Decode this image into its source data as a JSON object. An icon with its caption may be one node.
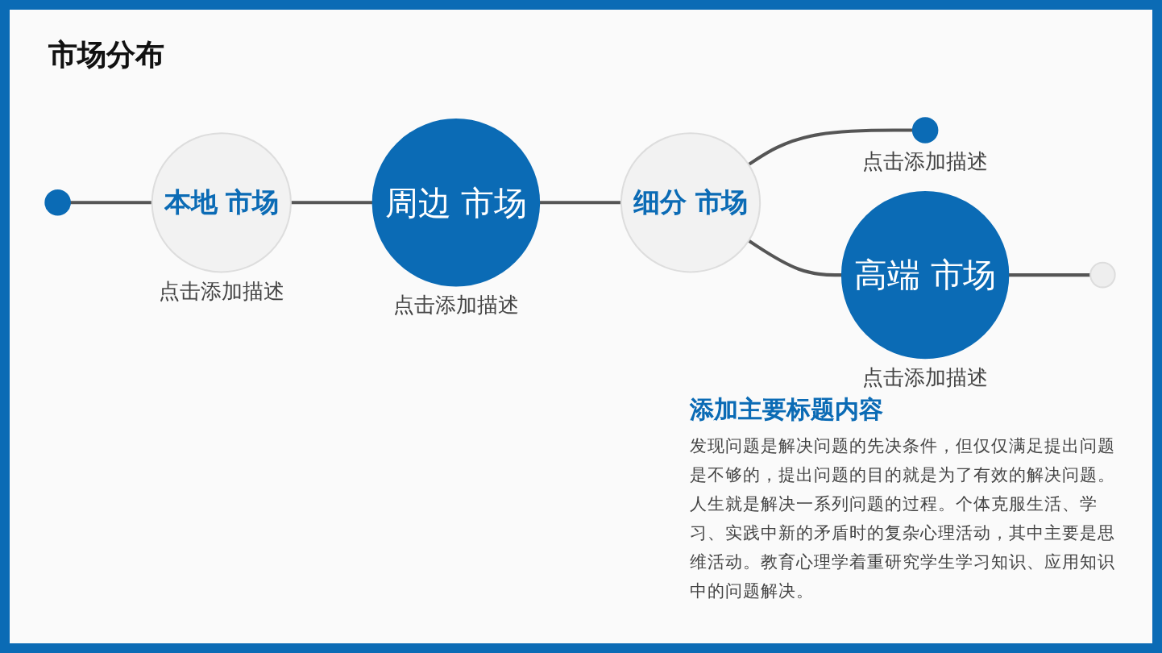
{
  "diagram": {
    "title": "市场分布",
    "nodes": [
      {
        "text": [],
        "shape": "circle"
      },
      {
        "text": [
          "本地 市场"
        ],
        "beside": [
          "点击添加描述"
        ]
      },
      {
        "text": [
          "周边 市场"
        ],
        "beside": [
          "点击添加描述"
        ]
      },
      {
        "text": [
          "细分 市场"
        ]
      },
      {
        "text": [],
        "shape": "circle",
        "beside": [
          "点击添加描述"
        ]
      },
      {
        "text": [
          "高端 市场"
        ],
        "beside": [
          "点击添加描述"
        ]
      },
      {
        "text": [],
        "shape": "circle"
      }
    ],
    "edges": [
      {
        "from": 0,
        "to": 1,
        "arrow": "none"
      },
      {
        "from": 1,
        "to": 2,
        "arrow": "none"
      },
      {
        "from": 2,
        "to": 3,
        "arrow": "none"
      },
      {
        "from": 3,
        "to": 4,
        "arrow": "none"
      },
      {
        "from": 3,
        "to": 5,
        "arrow": "none"
      },
      {
        "from": 5,
        "to": 6,
        "arrow": "none"
      }
    ],
    "labels": [
      "添加主要标题内容",
      "发现问题是解决问题的先决条件，但仅仅满足提出问题是不够的，提出问题的目的就是为了有效的解决问题。人生就是解决一系列问题的过程。个体克服生活、学习、实践中新的矛盾时的复杂心理活动，其中主要是思维活动。教育心理学着重研究学生学习知识、应用知识中的问题解决。"
    ]
  }
}
